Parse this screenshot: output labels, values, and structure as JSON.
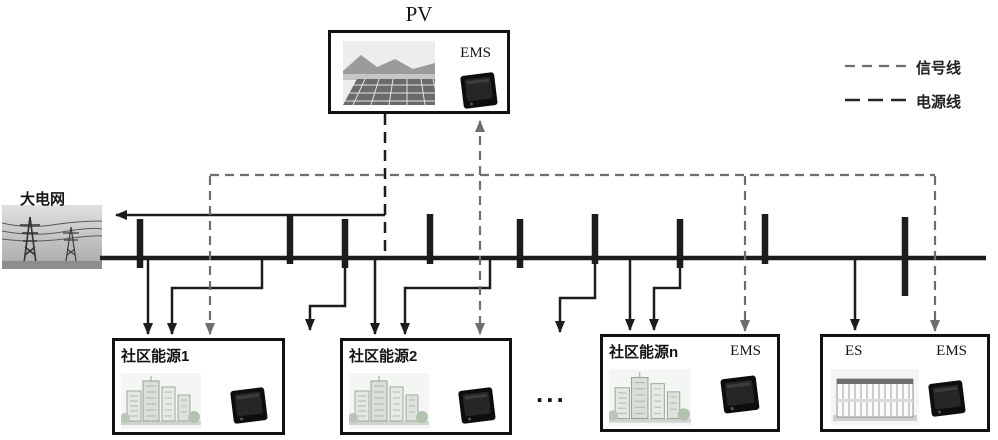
{
  "colors": {
    "power_line": "#1c1c1c",
    "signal_line": "#6e6e6e",
    "box_border": "#111111",
    "background": "#ffffff"
  },
  "pv_unit": {
    "title": "PV",
    "ems_label": "EMS"
  },
  "legend": {
    "signal": {
      "label": "信号线"
    },
    "power": {
      "label": "电源线"
    }
  },
  "grid": {
    "label": "大电网"
  },
  "communities": [
    {
      "label": "社区能源1"
    },
    {
      "label": "社区能源2"
    },
    {
      "label": "社区能源n",
      "ems_label": "EMS"
    },
    {
      "label": "ES",
      "ems_label": "EMS"
    }
  ],
  "ellipsis": "...",
  "images": {
    "pv_panel": "solar-panel-photo",
    "grid": "transmission-tower-photo",
    "community": "city-buildings-illustration",
    "ems_device": "ems-controller-photo",
    "storage": "battery-storage-cabinet-photo"
  }
}
